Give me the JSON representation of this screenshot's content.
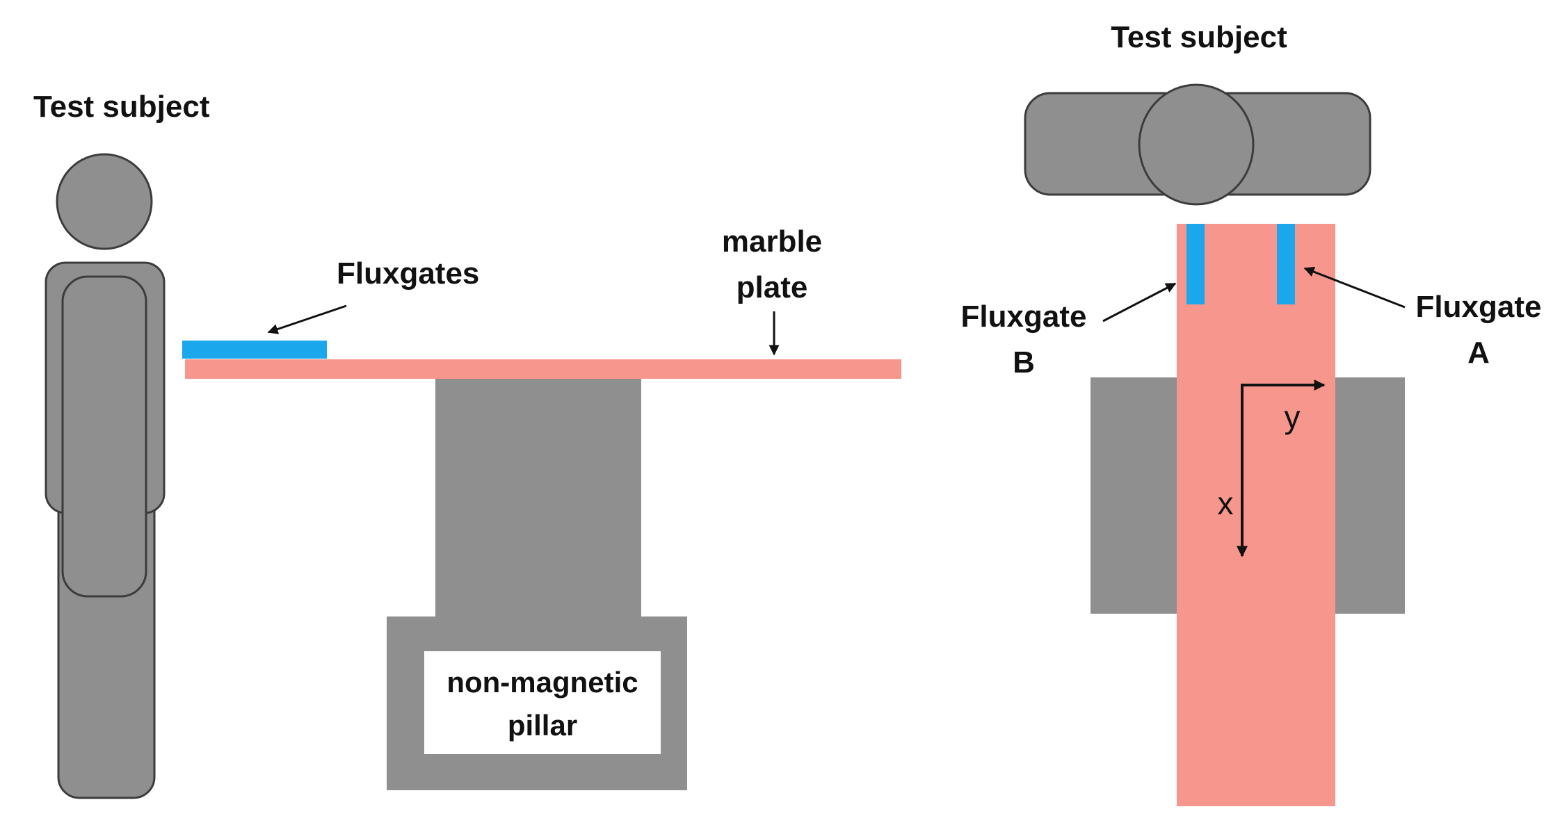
{
  "left_view": {
    "test_subject_label": "Test subject",
    "fluxgates_label": "Fluxgates",
    "marble_plate_label_line1": "marble",
    "marble_plate_label_line2": "plate",
    "pillar_label_line1": "non-magnetic",
    "pillar_label_line2": "pillar"
  },
  "right_view": {
    "test_subject_label": "Test subject",
    "fluxgate_b_label_line1": "Fluxgate",
    "fluxgate_b_label_line2": "B",
    "fluxgate_a_label_line1": "Fluxgate",
    "fluxgate_a_label_line2": "A",
    "axis_x_label": "x",
    "axis_y_label": "y"
  },
  "colors": {
    "body_gray": "#8f8f8f",
    "marble_pink": "#f7968c",
    "fluxgate_blue": "#1aa7ec"
  }
}
